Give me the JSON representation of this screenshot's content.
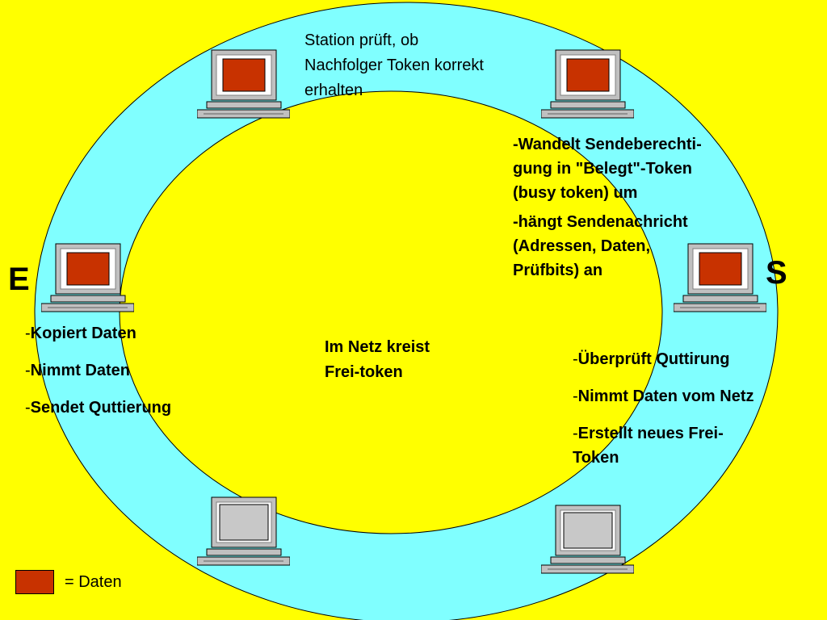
{
  "colors": {
    "background": "#FFFF00",
    "ring": "#80FFFF",
    "data_screen": "#C83200",
    "empty_screen": "#C8C8C8",
    "computer_body": "#C0C0C0"
  },
  "labels": {
    "E": "E",
    "S": "S",
    "center": [
      "Im Netz kreist",
      "Frei-token"
    ],
    "top_note": [
      "Station prüft, ob",
      "Nachfolger Token korrekt",
      "erhalten"
    ],
    "sender_steps": [
      [
        "Wandelt Sendeberechti-",
        "gung in \"Belegt\"-Token",
        "(busy token) um"
      ],
      [
        "hängt  Sendenachricht",
        "(Adressen, Daten,",
        "Prüfbits) an"
      ]
    ],
    "receiver_steps": [
      "Kopiert Daten",
      "Nimmt Daten",
      "Sendet Quttierung"
    ],
    "return_steps": [
      [
        "Überprüft Quttirung"
      ],
      [
        "Nimmt Daten vom Netz"
      ],
      [
        "Erstellt neues Frei-",
        "Token"
      ]
    ]
  },
  "computers": [
    {
      "name": "top-left-computer",
      "has_data": true
    },
    {
      "name": "top-right-computer",
      "has_data": true
    },
    {
      "name": "left-computer-e",
      "has_data": true
    },
    {
      "name": "right-computer-s",
      "has_data": true
    },
    {
      "name": "bottom-left-computer",
      "has_data": false
    },
    {
      "name": "bottom-right-computer",
      "has_data": false
    }
  ],
  "legend": {
    "label": "= Daten"
  }
}
